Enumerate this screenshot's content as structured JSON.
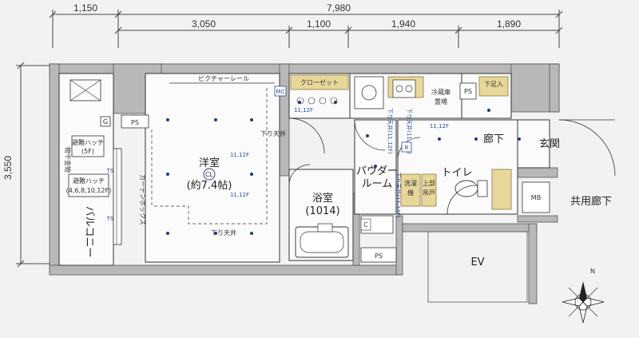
{
  "dimensions": {
    "top_total": "7,980",
    "top_left": "1,150",
    "sub": [
      "3,050",
      "1,100",
      "1,940",
      "1,890"
    ],
    "left_vertical": "3,550"
  },
  "rooms": {
    "western_room": "洋室",
    "western_cl": "CL",
    "western_size": "(約7.4帖)",
    "bathroom": "浴室",
    "bathroom_size": "(1014)",
    "powder_room_line1": "パウダー",
    "powder_room_line2": "ルーム",
    "hallway": "廊下",
    "entrance": "玄関",
    "toilet": "トイレ",
    "balcony": "バルコニー",
    "closet": "クローゼット",
    "fridge_line1": "冷蔵庫",
    "fridge_line2": "置場",
    "shoe": "下足入",
    "common_corridor": "共用廊下",
    "ev": "EV",
    "mb": "MB",
    "ps1": "PS",
    "ps2": "PS",
    "ps3": "PS",
    "mc": "MC",
    "g_mark": "G",
    "washer_line1": "洗濯",
    "washer_line2": "機",
    "shelf_line1": "上部",
    "shelf_line2": "吊戸"
  },
  "labels": {
    "picture_rail": "ピクチャーレール",
    "lowered_ceiling_right": "下り天井",
    "lowered_ceiling_bottom": "下り天井",
    "curtain_box": "カーテンボックス",
    "laundry_rack": "物干金物",
    "hatch_top_1": "避難ハッチ",
    "hatch_top_2": "(5F)",
    "hatch_mid_1": "避難ハッチ",
    "hatch_mid_2": "(4,6,8,10,12F)",
    "height_1": "11,12F",
    "height_2": "11,12F",
    "height_3": "11,12F",
    "height_4": "11,12F",
    "r_mark": "R",
    "c_mark": "C",
    "north": "N",
    "ts1": "TS",
    "ts2": "TS",
    "ceiling_note_1": "下り天井(11,12F)",
    "ceiling_note_2": "下り天井(11,12F)",
    "ceiling_note_3": "下り天井(11,12F)"
  }
}
